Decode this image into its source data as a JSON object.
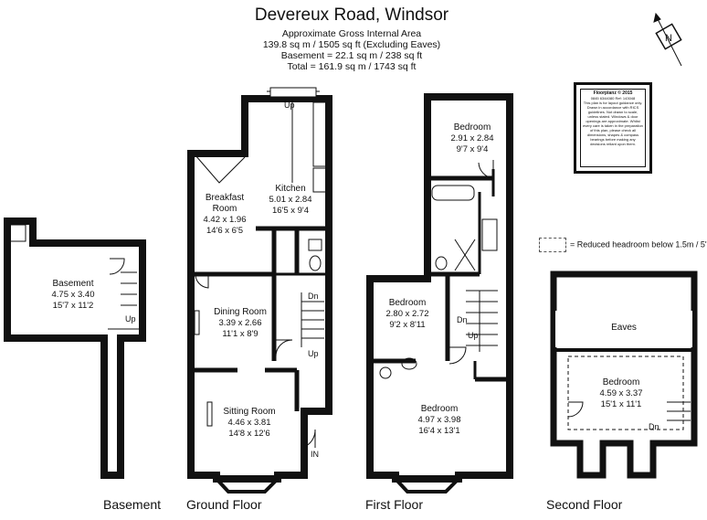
{
  "header": {
    "title": "Devereux Road, Windsor",
    "line1": "Approximate Gross Internal Area",
    "line2": "139.8 sq m / 1505 sq ft (Excluding Eaves)",
    "line3": "Basement = 22.1 sq m / 238 sq ft",
    "line4": "Total = 161.9 sq m / 1743 sq ft"
  },
  "compass": {
    "letter": "N"
  },
  "disclaimer": {
    "heading": "Floorplanz © 2015",
    "ref": "0845 6344080 Ref: 143048",
    "body": "This plan is for layout guidance only. Drawn in accordance with RICS guidelines. Not drawn to scale, unless stated. Windows & door openings are approximate. Whilst every care is taken in the preparation of this plan, please check all dimensions, shapes & compass bearings before making any decisions reliant upon them."
  },
  "legend": {
    "text": "= Reduced headroom below 1.5m / 5'"
  },
  "floors": {
    "basement": "Basement",
    "ground": "Ground Floor",
    "first": "First Floor",
    "second": "Second Floor"
  },
  "rooms": {
    "basement": {
      "name": "Basement",
      "metric": "4.75 x 3.40",
      "imperial": "15'7 x 11'2"
    },
    "kitchen": {
      "name": "Kitchen",
      "metric": "5.01 x 2.84",
      "imperial": "16'5 x 9'4"
    },
    "breakfast": {
      "name1": "Breakfast",
      "name2": "Room",
      "metric": "4.42 x 1.96",
      "imperial": "14'6 x 6'5"
    },
    "dining": {
      "name": "Dining Room",
      "metric": "3.39 x 2.66",
      "imperial": "11'1 x 8'9"
    },
    "sitting": {
      "name": "Sitting Room",
      "metric": "4.46 x 3.81",
      "imperial": "14'8 x 12'6"
    },
    "bed_first_rear": {
      "name": "Bedroom",
      "metric": "2.91 x 2.84",
      "imperial": "9'7 x 9'4"
    },
    "bed_first_mid": {
      "name": "Bedroom",
      "metric": "2.80 x 2.72",
      "imperial": "9'2 x 8'11"
    },
    "bed_first_front": {
      "name": "Bedroom",
      "metric": "4.97 x 3.98",
      "imperial": "16'4 x 13'1"
    },
    "bed_second": {
      "name": "Bedroom",
      "metric": "4.59 x 3.37",
      "imperial": "15'1 x 11'1"
    },
    "eaves": {
      "name": "Eaves"
    }
  },
  "stairs": {
    "up": "Up",
    "dn": "Dn",
    "in": "IN"
  }
}
